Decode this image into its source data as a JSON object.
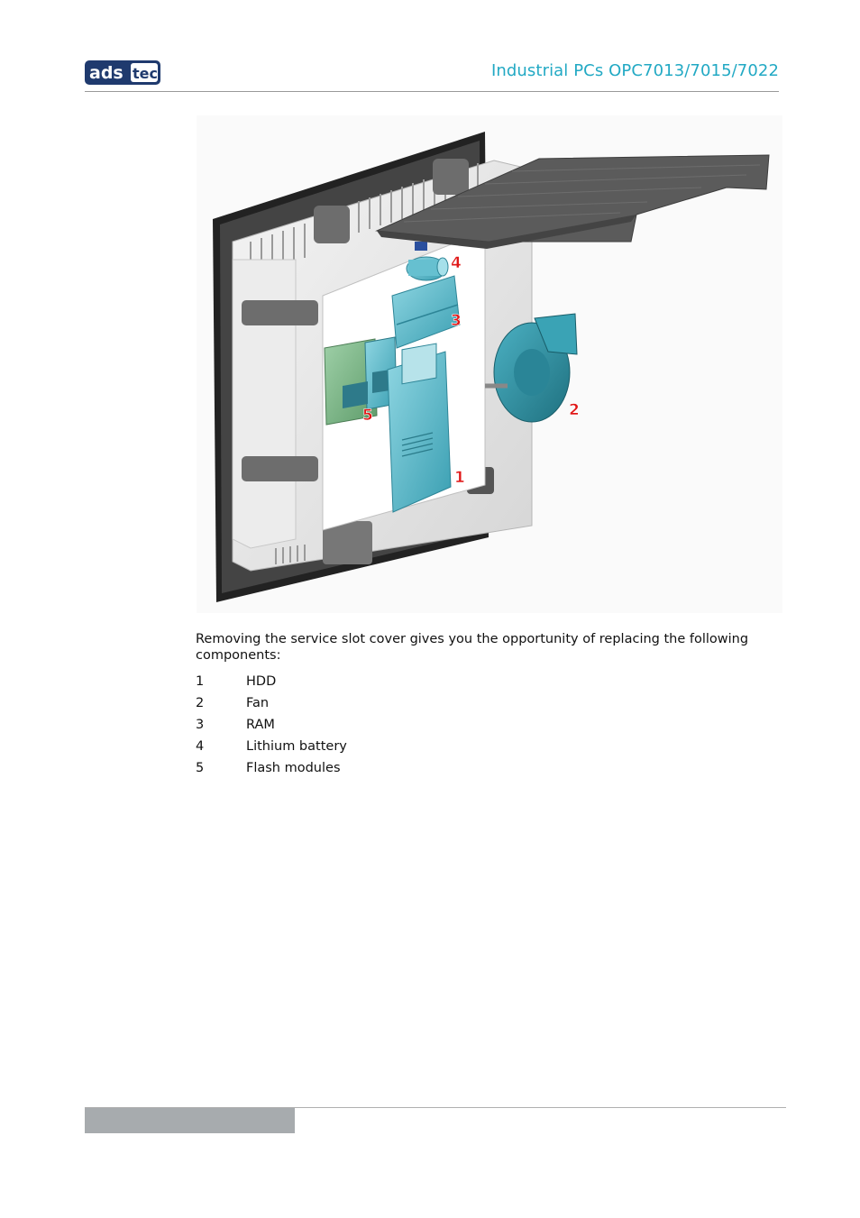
{
  "header": {
    "logo_text": "adstec",
    "logo_part1": "ads",
    "logo_part2": "tec",
    "title": "Industrial PCs OPC7013/7015/7022"
  },
  "figure": {
    "callouts": [
      "1",
      "2",
      "3",
      "4",
      "5"
    ]
  },
  "body": {
    "intro": "Removing the service slot cover gives you the opportunity of replacing the following components:",
    "items": [
      {
        "number": "1",
        "label": "HDD"
      },
      {
        "number": "2",
        "label": "Fan"
      },
      {
        "number": "3",
        "label": "RAM"
      },
      {
        "number": "4",
        "label": "Lithium battery"
      },
      {
        "number": "5",
        "label": "Flash modules"
      }
    ]
  },
  "colors": {
    "brand_blue": "#1f3a6e",
    "title_cyan": "#22a9c4",
    "callout_red": "#e01616",
    "component_teal": "#4fb6c8"
  }
}
